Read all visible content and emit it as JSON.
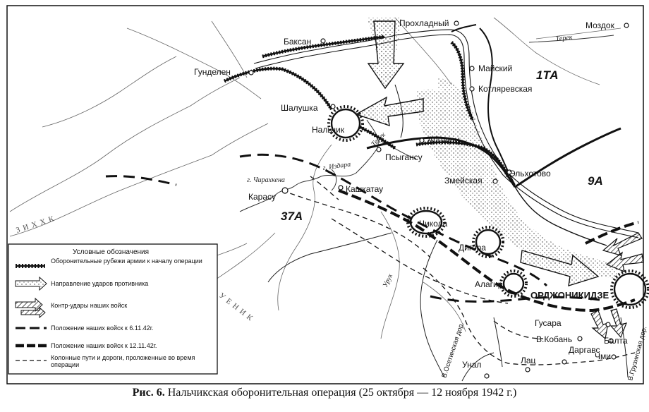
{
  "caption": {
    "prefix": "Рис. 6.",
    "title": "Нальчикская оборонительная операция (25 октября — 12 ноября 1942 г.)"
  },
  "places": {
    "prokhladny": "Прохладный",
    "mozdok": "Моздок",
    "baksan": "Баксан",
    "gundelen": "Гунделен",
    "maisky": "Майский",
    "kotlyarevskaya": "Котляревская",
    "shalushka": "Шалушка",
    "nalchik": "Нальчик",
    "argudan": "Аргудан",
    "psygansu": "Псыгансу",
    "elkhotovo": "Эльхотово",
    "zmeiskaya": "Змейская",
    "kashkatau": "Кашкатау",
    "karasu": "Карасу",
    "chikola": "Чикола",
    "digora": "Дигора",
    "alagir": "Алагир",
    "ordzhonikidze": "ОРДЖОНИКИДЗЕ",
    "gusara": "Гусара",
    "v_kobani": "В.Кобань",
    "balta": "Балта",
    "dargavs": "Даргавс",
    "chmi": "Чми",
    "unal": "Унал",
    "lats": "Лац"
  },
  "rivers": {
    "terek_ne": "Терек",
    "terek_mid": "Терек",
    "chirakhkena": "г. Чирахкена",
    "izdara": "г. Издара",
    "urukh": "Урух"
  },
  "roads": {
    "ossetian": "В.Осетинская дор.",
    "georgian": "В.Грузинская дор."
  },
  "mountains": {
    "left": "З   И Х   Х   К",
    "lower": "У   Е   Н   И   К"
  },
  "armies": {
    "ta1": "1ТА",
    "a9": "9А",
    "a37": "37А"
  },
  "legend": {
    "title": "Условные обозначения",
    "items": [
      {
        "key": "defense_lines",
        "label": "Оборонительные рубежи армии к началу операции"
      },
      {
        "key": "enemy_attacks",
        "label": "Направление ударов противника"
      },
      {
        "key": "counter_attacks",
        "label": "Контр-удары наших войск"
      },
      {
        "key": "pos_6_11",
        "label": "Положение наших войск к 6.11.42г."
      },
      {
        "key": "pos_12_11",
        "label": "Положение наших войск к 12.11.42г."
      },
      {
        "key": "column_roads",
        "label": "Колонные пути и дороги, проложенные во время операции"
      }
    ]
  },
  "colors": {
    "ink": "#111111",
    "paper": "#ffffff",
    "terrain": "#6a6a6a"
  }
}
